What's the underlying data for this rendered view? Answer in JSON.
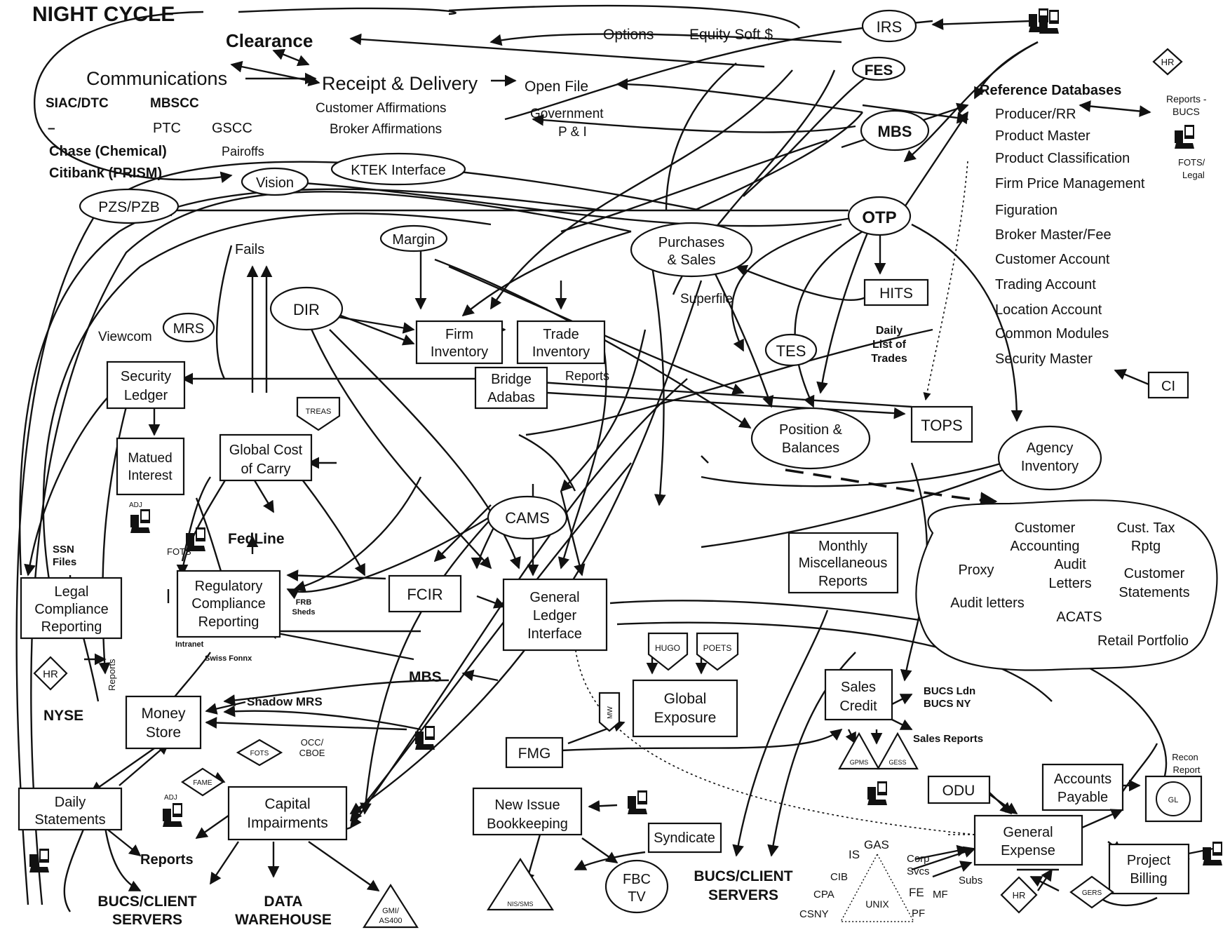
{
  "title": "NIGHT CYCLE",
  "top": {
    "clearance": "Clearance",
    "communications": "Communications",
    "receipt_delivery": "Receipt & Delivery",
    "customer_affirmations": "Customer Affirmations",
    "broker_affirmations": "Broker Affirmations",
    "open_file": "Open File",
    "government": "Government",
    "p_and_i": "P & I",
    "options": "Options",
    "equity_soft": "Equity Soft $",
    "irs": "IRS",
    "fes": "FES",
    "mbs": "MBS",
    "otp": "OTP",
    "siac": "SIAC/DTC",
    "mbscc": "MBSCC",
    "dash": "–",
    "ptc": "PTC",
    "gscc": "GSCC",
    "chase": "Chase (Chemical)",
    "pairoffs": "Pairoffs",
    "citibank": "Citibank (PRISM)",
    "vision": "Vision",
    "ktek": "KTEK Interface",
    "pzs": "PZS/PZB",
    "margin": "Margin",
    "fails": "Fails",
    "purchases_1": "Purchases",
    "purchases_2": "& Sales",
    "superfile": "Superfile"
  },
  "reference": {
    "header": "Reference Databases",
    "items": [
      "Producer/RR",
      "Product Master",
      "Product Classification",
      "Firm Price Management",
      "Figuration",
      "Broker Master/Fee",
      "Customer Account",
      "Trading Account",
      "Location Account",
      "Common Modules",
      "Security Master"
    ],
    "hr": "HR",
    "reports_bucs_1": "Reports -",
    "reports_bucs_2": "BUCS",
    "fots_1": "FOTS/",
    "fots_2": "Legal",
    "ci": "CI"
  },
  "middle": {
    "dir": "DIR",
    "mrs": "MRS",
    "viewcom": "Viewcom",
    "firm_inventory_1": "Firm",
    "firm_inventory_2": "Inventory",
    "trade_inventory_1": "Trade",
    "trade_inventory_2": "Inventory",
    "bridge_1": "Bridge",
    "bridge_2": "Adabas",
    "reports": "Reports",
    "hits": "HITS",
    "daily_list_1": "Daily",
    "daily_list_2": "List of",
    "daily_list_3": "Trades",
    "tes": "TES",
    "tops": "TOPS",
    "position_1": "Position &",
    "position_2": "Balances",
    "agency_1": "Agency",
    "agency_2": "Inventory",
    "security_ledger_1": "Security",
    "security_ledger_2": "Ledger",
    "matured_1": "Matued",
    "matured_2": "Interest",
    "global_cost_1": "Global Cost",
    "global_cost_2": "of Carry",
    "treas": "TREAS",
    "adj": "ADJ",
    "cams": "CAMS",
    "fots": "FOTS",
    "fedline": "FedLine",
    "ssn_1": "SSN",
    "ssn_2": "Files"
  },
  "customer_cloud": {
    "items": [
      "Customer",
      "Accounting",
      "Cust. Tax",
      "Rptg",
      "Proxy",
      "Audit",
      "Letters",
      "Customer",
      "Statements",
      "Audit letters",
      "ACATS",
      "Retail Portfolio"
    ]
  },
  "lower": {
    "legal_1": "Legal",
    "legal_2": "Compliance",
    "legal_3": "Reporting",
    "regulatory_1": "Regulatory",
    "regulatory_2": "Compliance",
    "regulatory_3": "Reporting",
    "frb_1": "FRB",
    "frb_2": "Sheds",
    "intranet": "Intranet",
    "swiss": "Swiss Fonnx",
    "fcir": "FCIR",
    "gl_interface_1": "General",
    "gl_interface_2": "Ledger",
    "gl_interface_3": "Interface",
    "monthly_1": "Monthly",
    "monthly_2": "Miscellaneous",
    "monthly_3": "Reports",
    "hugo": "HUGO",
    "poets": "POETS",
    "sales_credit_1": "Sales",
    "sales_credit_2": "Credit",
    "bucs_ldn": "BUCS Ldn",
    "bucs_ny": "BUCS NY",
    "sales_reports": "Sales Reports",
    "gpms": "GPMS",
    "gess": "GESS",
    "hr": "HR",
    "nyse": "NYSE",
    "reports_vert": "Reports",
    "money_store_1": "Money",
    "money_store_2": "Store",
    "shadow_mrs": "Shadow MRS",
    "mbs": "MBS",
    "global_exposure_1": "Global",
    "global_exposure_2": "Exposure",
    "mw": "MW",
    "fmg": "FMG",
    "recon_1": "Recon",
    "recon_2": "Report",
    "gl": "GL",
    "odu": "ODU",
    "ap_1": "Accounts",
    "ap_2": "Payable",
    "daily_1": "Daily",
    "daily_2": "Statements",
    "fame": "FAME",
    "fots": "FOTS",
    "occ_1": "OCC/",
    "occ_2": "CBOE",
    "capital_1": "Capital",
    "capital_2": "Impairments",
    "adj": "ADJ",
    "reports": "Reports",
    "new_issue_1": "New Issue",
    "new_issue_2": "Bookkeeping",
    "syndicate": "Syndicate",
    "general_expense_1": "General",
    "general_expense_2": "Expense",
    "project_billing_1": "Project",
    "project_billing_2": "Billing",
    "gers": "GERS",
    "hr2": "HR",
    "bucs_client_left_1": "BUCS/CLIENT",
    "bucs_client_left_2": "SERVERS",
    "data_warehouse_1": "DATA",
    "data_warehouse_2": "WAREHOUSE",
    "gmi_1": "GMI/",
    "gmi_2": "AS400",
    "nissms": "NIS/SMS",
    "fbc_1": "FBC",
    "fbc_2": "TV",
    "bucs_client_mid_1": "BUCS/CLIENT",
    "bucs_client_mid_2": "SERVERS",
    "is": "IS",
    "gas": "GAS",
    "corp_1": "Corp",
    "corp_2": "Svcs",
    "cib": "CIB",
    "cpa": "CPA",
    "csny": "CSNY",
    "unix": "UNIX",
    "fe": "FE",
    "mf": "MF",
    "pf": "PF",
    "subs": "Subs"
  }
}
